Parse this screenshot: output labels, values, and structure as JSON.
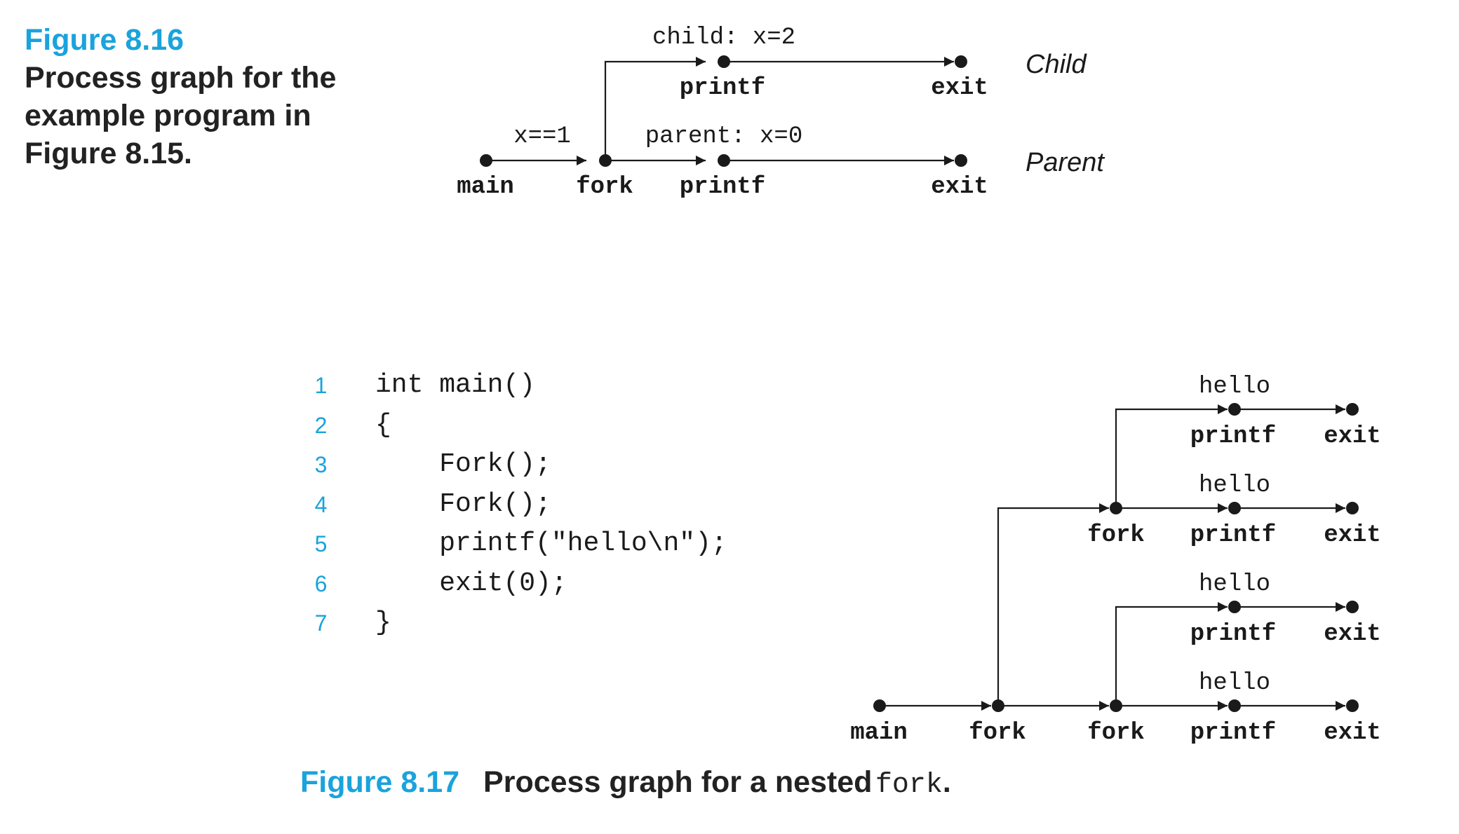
{
  "figure_816": {
    "label": "Figure 8.16",
    "title": "Process graph for the example program in Figure 8.15.",
    "nodes": {
      "main": "main",
      "fork": "fork",
      "child_printf": "printf",
      "child_exit": "exit",
      "parent_printf": "printf",
      "parent_exit": "exit"
    },
    "edges": {
      "main_to_fork": "x==1",
      "child": "child: x=2",
      "parent": "parent: x=0"
    },
    "rows": {
      "child": "Child",
      "parent": "Parent"
    }
  },
  "figure_817": {
    "label": "Figure 8.17",
    "title": "Process graph for a nested",
    "title_code": "fork",
    "title_end": ".",
    "code": [
      {
        "num": "1",
        "text": "int main()"
      },
      {
        "num": "2",
        "text": "{"
      },
      {
        "num": "3",
        "text": "    Fork();"
      },
      {
        "num": "4",
        "text": "    Fork();"
      },
      {
        "num": "5",
        "text": "    printf(\"hello\\n\");"
      },
      {
        "num": "6",
        "text": "    exit(0);"
      },
      {
        "num": "7",
        "text": "}"
      }
    ],
    "nodes": {
      "main": "main",
      "fork": "fork",
      "printf": "printf",
      "exit": "exit"
    },
    "edge_label": "hello"
  }
}
